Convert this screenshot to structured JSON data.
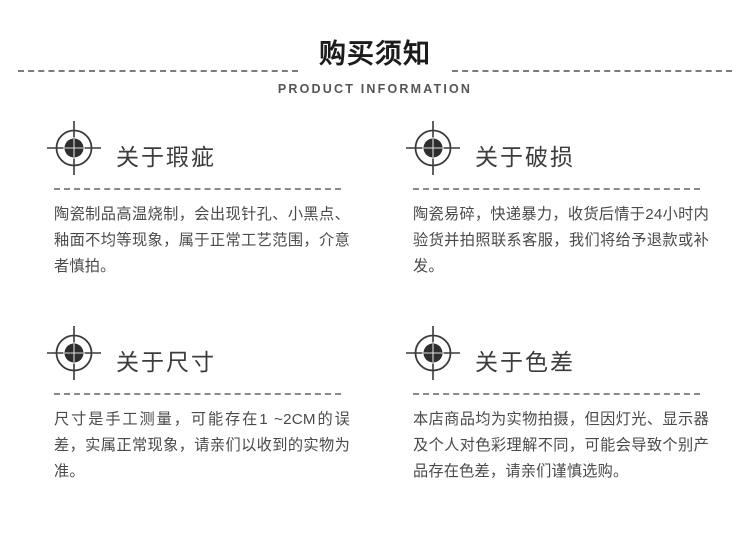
{
  "header": {
    "title": "购买须知",
    "subtitle": "PRODUCT INFORMATION"
  },
  "colors": {
    "background": "#ffffff",
    "title": "#1c1c1c",
    "subtitle": "#555555",
    "card_title": "#3c3c3c",
    "body_text": "#4a4a4a",
    "dashed_rule": "#7c7c7c",
    "icon": "#3a3a3a"
  },
  "icons": {
    "card": "crosshair-target-icon"
  },
  "cards": [
    {
      "title": "关于瑕疵",
      "body": "陶瓷制品高温烧制，会出现针孔、小黑点、釉面不均等现象，属于正常工艺范围，介意者慎拍。"
    },
    {
      "title": "关于破损",
      "body": "陶瓷易碎，快递暴力，收货后情于24小时内验货并拍照联系客服，我们将给予退款或补发。"
    },
    {
      "title": "关于尺寸",
      "body": "尺寸是手工测量，可能存在1 ~2CM的误差，实属正常现象，请亲们以收到的实物为准。"
    },
    {
      "title": "关于色差",
      "body": "本店商品均为实物拍摄，但因灯光、显示器及个人对色彩理解不同，可能会导致个别产品存在色差，请亲们谨慎选购。"
    }
  ]
}
